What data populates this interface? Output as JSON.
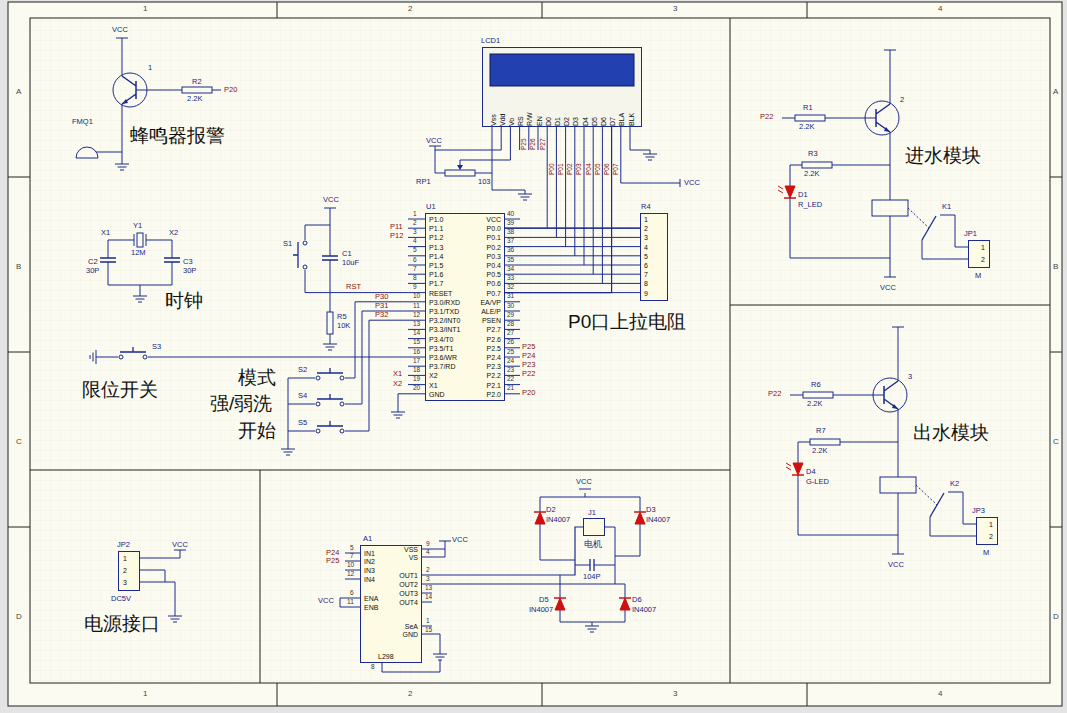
{
  "diagram": {
    "nodes": [
      {
        "text": [
          "LCD1",
          "Vss",
          "Vdd",
          "Vo",
          "RS",
          "R/W",
          "EN",
          "D0",
          "D1",
          "D2",
          "D3",
          "D4",
          "D5",
          "D6",
          "D7",
          "BLA",
          "BLK"
        ]
      },
      {
        "text": [
          "U1",
          "P1.0",
          "P1.1",
          "P1.2",
          "P1.3",
          "P1.4",
          "P1.5",
          "P1.6",
          "P1.7",
          "RESET",
          "P3.0/RXD",
          "P3.1/TXD",
          "P3.2/INT0",
          "P3.3/INT1",
          "P3.4/T0",
          "P3.5/T1",
          "P3.6/WR",
          "P3.7/RD",
          "X2",
          "X1",
          "GND",
          "VCC",
          "P0.0",
          "P0.1",
          "P0.2",
          "P0.3",
          "P0.4",
          "P0.5",
          "P0.6",
          "P0.7",
          "EA/VP",
          "ALE/P",
          "PSEN",
          "P2.7",
          "P2.6",
          "P2.5",
          "P2.4",
          "P2.3",
          "P2.2",
          "P2.1",
          "P2.0"
        ]
      },
      {
        "text": [
          "R4",
          "1",
          "2",
          "3",
          "4",
          "5",
          "6",
          "7",
          "8",
          "9"
        ]
      },
      {
        "text": [
          "JP1",
          "1",
          "2"
        ]
      },
      {
        "text": [
          "JP3",
          "1",
          "2"
        ]
      },
      {
        "text": [
          "JP2",
          "1",
          "2",
          "3"
        ]
      },
      {
        "text": [
          "A1",
          "IN1",
          "IN2",
          "IN3",
          "IN4",
          "ENA",
          "ENB",
          "VSS",
          "VS",
          "OUT1",
          "OUT2",
          "OUT3",
          "OUT4",
          "SeA",
          "GND",
          "L298"
        ]
      },
      {
        "text": [
          "J1"
        ]
      }
    ],
    "edges": [
      {
        "from": 1,
        "to": 2,
        "arrow": "none"
      },
      {
        "from": 1,
        "to": 0,
        "arrow": "none"
      },
      {
        "from": 6,
        "to": 7,
        "arrow": "none"
      }
    ],
    "labels": [
      "1",
      "2",
      "3",
      "4",
      "1",
      "2",
      "3",
      "4",
      "A",
      "B",
      "C",
      "D",
      "A",
      "B",
      "C",
      "D",
      "VCC",
      "1",
      "R2",
      "2.2K",
      "P20",
      "FMQ1",
      "蜂鸣器报警",
      "X1",
      "Y1",
      "X2",
      "12M",
      "C2",
      "30P",
      "C3",
      "30P",
      "时钟",
      "VCC",
      "RP1",
      "103",
      "VCC",
      "P25",
      "P26",
      "P27",
      "P00",
      "P01",
      "P02",
      "P03",
      "P04",
      "P05",
      "P06",
      "P07",
      "VCC",
      "S1",
      "C1",
      "10uF",
      "R5",
      "10K",
      "RST",
      "P11",
      "P12",
      "P30",
      "P31",
      "P32",
      "X1",
      "X2",
      "P25",
      "P24",
      "P23",
      "P22",
      "P20",
      "S3",
      "限位开关",
      "S2",
      "模式",
      "S4",
      "强/弱洗",
      "S5",
      "开始",
      "P0口上拉电阻",
      "P22",
      "R1",
      "2.2K",
      "2",
      "R3",
      "2.2K",
      "D1",
      "R_LED",
      "K1",
      "进水模块",
      "M",
      "VCC",
      "P22",
      "R6",
      "2.2K",
      "3",
      "R7",
      "2.2K",
      "D4",
      "G-LED",
      "K2",
      "出水模块",
      "M",
      "VCC",
      "VCC",
      "DC5V",
      "电源接口",
      "P24",
      "P25",
      "5",
      "7",
      "10",
      "12",
      "VCC",
      "6",
      "11",
      "8",
      "9",
      "4",
      "2",
      "3",
      "13",
      "14",
      "1",
      "15",
      "VCC",
      "VCC",
      "D2",
      "IN4007",
      "D3",
      "IN4007",
      "电机",
      "104P",
      "D5",
      "IN4007",
      "D6",
      "IN4007",
      "1",
      "2",
      "3",
      "4",
      "5",
      "6",
      "7",
      "8",
      "9",
      "10",
      "11",
      "12",
      "13",
      "14",
      "15",
      "16",
      "17",
      "18",
      "19",
      "20",
      "40",
      "39",
      "38",
      "37",
      "36",
      "35",
      "34",
      "33",
      "32",
      "31",
      "30",
      "29",
      "28",
      "27",
      "26",
      "25",
      "24",
      "23",
      "22",
      "21"
    ]
  }
}
